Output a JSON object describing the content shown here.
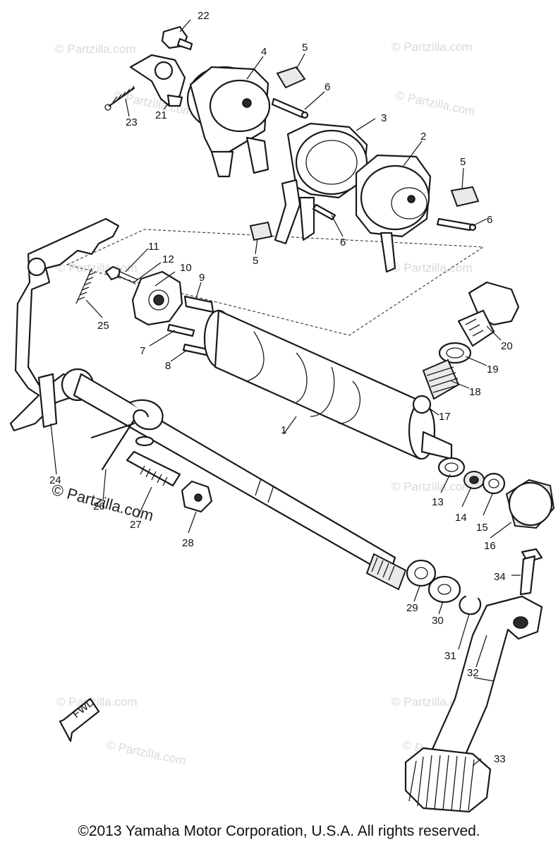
{
  "watermark": {
    "text": "© Partzilla.com",
    "main_text": "© Partzilla.com"
  },
  "callouts": [
    "22",
    "4",
    "5",
    "6",
    "3",
    "2",
    "5",
    "6",
    "6",
    "5",
    "23",
    "21",
    "11",
    "12",
    "10",
    "9",
    "25",
    "7",
    "8",
    "20",
    "19",
    "18",
    "17",
    "1",
    "13",
    "14",
    "15",
    "16",
    "24",
    "26",
    "27",
    "28",
    "34",
    "29",
    "30",
    "31",
    "32",
    "33"
  ],
  "fwd_label": "FWD",
  "footer": {
    "copyright": "©2013 Yamaha Motor Corporation, U.S.A. All rights reserved."
  }
}
